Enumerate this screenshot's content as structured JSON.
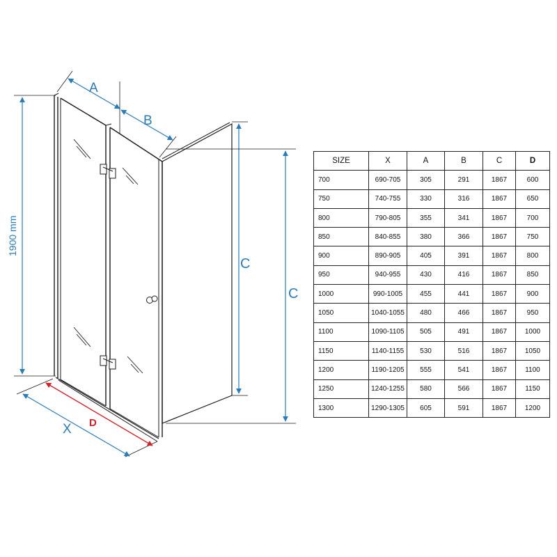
{
  "diagram": {
    "labels": {
      "A": "A",
      "B": "B",
      "C_inner": "C",
      "C_outer": "C",
      "D": "D",
      "X": "X",
      "height": "1900 mm"
    },
    "colors": {
      "dimension": "#2a7bb6",
      "dimension_D": "#d2232a",
      "lines": "#1a1a1a"
    }
  },
  "table": {
    "headers": [
      "SIZE",
      "X",
      "A",
      "B",
      "C",
      "D"
    ],
    "rows": [
      [
        "700",
        "690-705",
        "305",
        "291",
        "1867",
        "600"
      ],
      [
        "750",
        "740-755",
        "330",
        "316",
        "1867",
        "650"
      ],
      [
        "800",
        "790-805",
        "355",
        "341",
        "1867",
        "700"
      ],
      [
        "850",
        "840-855",
        "380",
        "366",
        "1867",
        "750"
      ],
      [
        "900",
        "890-905",
        "405",
        "391",
        "1867",
        "800"
      ],
      [
        "950",
        "940-955",
        "430",
        "416",
        "1867",
        "850"
      ],
      [
        "1000",
        "990-1005",
        "455",
        "441",
        "1867",
        "900"
      ],
      [
        "1050",
        "1040-1055",
        "480",
        "466",
        "1867",
        "950"
      ],
      [
        "1100",
        "1090-1105",
        "505",
        "491",
        "1867",
        "1000"
      ],
      [
        "1150",
        "1140-1155",
        "530",
        "516",
        "1867",
        "1050"
      ],
      [
        "1200",
        "1190-1205",
        "555",
        "541",
        "1867",
        "1100"
      ],
      [
        "1250",
        "1240-1255",
        "580",
        "566",
        "1867",
        "1150"
      ],
      [
        "1300",
        "1290-1305",
        "605",
        "591",
        "1867",
        "1200"
      ]
    ]
  }
}
